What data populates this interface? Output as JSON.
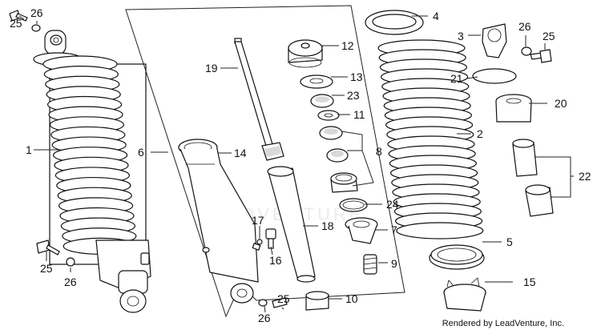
{
  "diagram": {
    "watermark": "LEADVENTURE",
    "footer": "Rendered by LeadVenture, Inc.",
    "callouts": {
      "c1": "1",
      "c2": "2",
      "c3": "3",
      "c4": "4",
      "c5": "5",
      "c6": "6",
      "c7": "7",
      "c8": "8",
      "c9": "9",
      "c10": "10",
      "c11": "11",
      "c12": "12",
      "c13": "13",
      "c14": "14",
      "c15": "15",
      "c16": "16",
      "c17": "17",
      "c18": "18",
      "c19": "19",
      "c20": "20",
      "c21": "21",
      "c22": "22",
      "c23": "23",
      "c24": "24",
      "c25a": "25",
      "c25b": "25",
      "c25c": "25",
      "c25d": "25",
      "c26a": "26",
      "c26b": "26",
      "c26c": "26",
      "c26d": "26"
    }
  }
}
